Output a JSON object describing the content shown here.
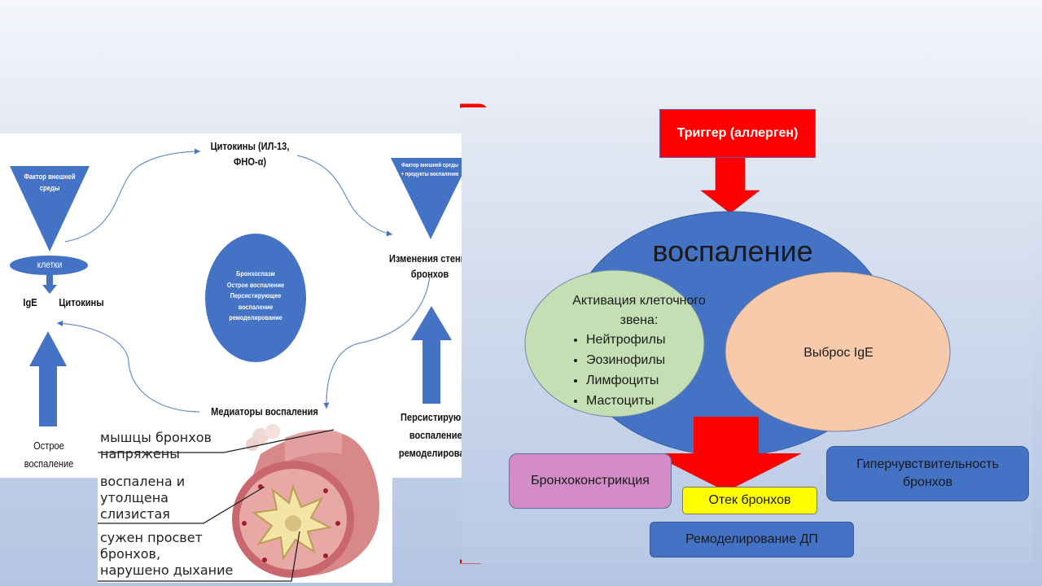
{
  "left_diagram": {
    "env_factor": "Фактор внешней среды",
    "cells": "клетки",
    "ige": "IgE",
    "cytokines": "Цитокины",
    "cytokines_il": "Цитокины (ИЛ-13, ФНО-α)",
    "env_factor_plus": "Фактор внешней среды + продукты воспаления",
    "wall_changes": "Изменения стенки бронхов",
    "center_lines": [
      "Бронхоспазм",
      "Острое воспаление",
      "Персистирующее",
      "воспаление",
      "ремоделирование"
    ],
    "mediators": "Медиаторы воспаления",
    "acute": "Острое воспаление",
    "persistent": "Персистирующее воспаление + ремоделирование"
  },
  "bronchus_image": {
    "label_muscles": [
      "мышцы бронхов",
      "напряжены"
    ],
    "label_mucosa": [
      "воспалена и",
      "утолщена",
      "слизистая"
    ],
    "label_lumen": [
      "сужен просвет",
      "бронхов,",
      "нарушено дыхание"
    ]
  },
  "right_diagram": {
    "trigger": "Триггер (аллерген)",
    "inflammation": "воспаление",
    "cell_activation_title": "Активация клеточного звена:",
    "cell_types": [
      "Нейтрофилы",
      "Эозинофилы",
      "Лимфоциты",
      "Мастоциты"
    ],
    "ige_release": "Выброс IgE",
    "bronchoconstriction": "Бронхоконстрикция",
    "edema": "Отек бронхов",
    "hypersensitivity": "Гиперчувствительность бронхов",
    "remodeling": "Ремоделирование ДП"
  },
  "colors": {
    "blue": "#4472c4",
    "red": "#ff0000",
    "green_ellipse": "#c5dfb4",
    "peach_ellipse": "#f7caac",
    "pink_box": "#d48cc8",
    "yellow_box": "#ffff00"
  }
}
